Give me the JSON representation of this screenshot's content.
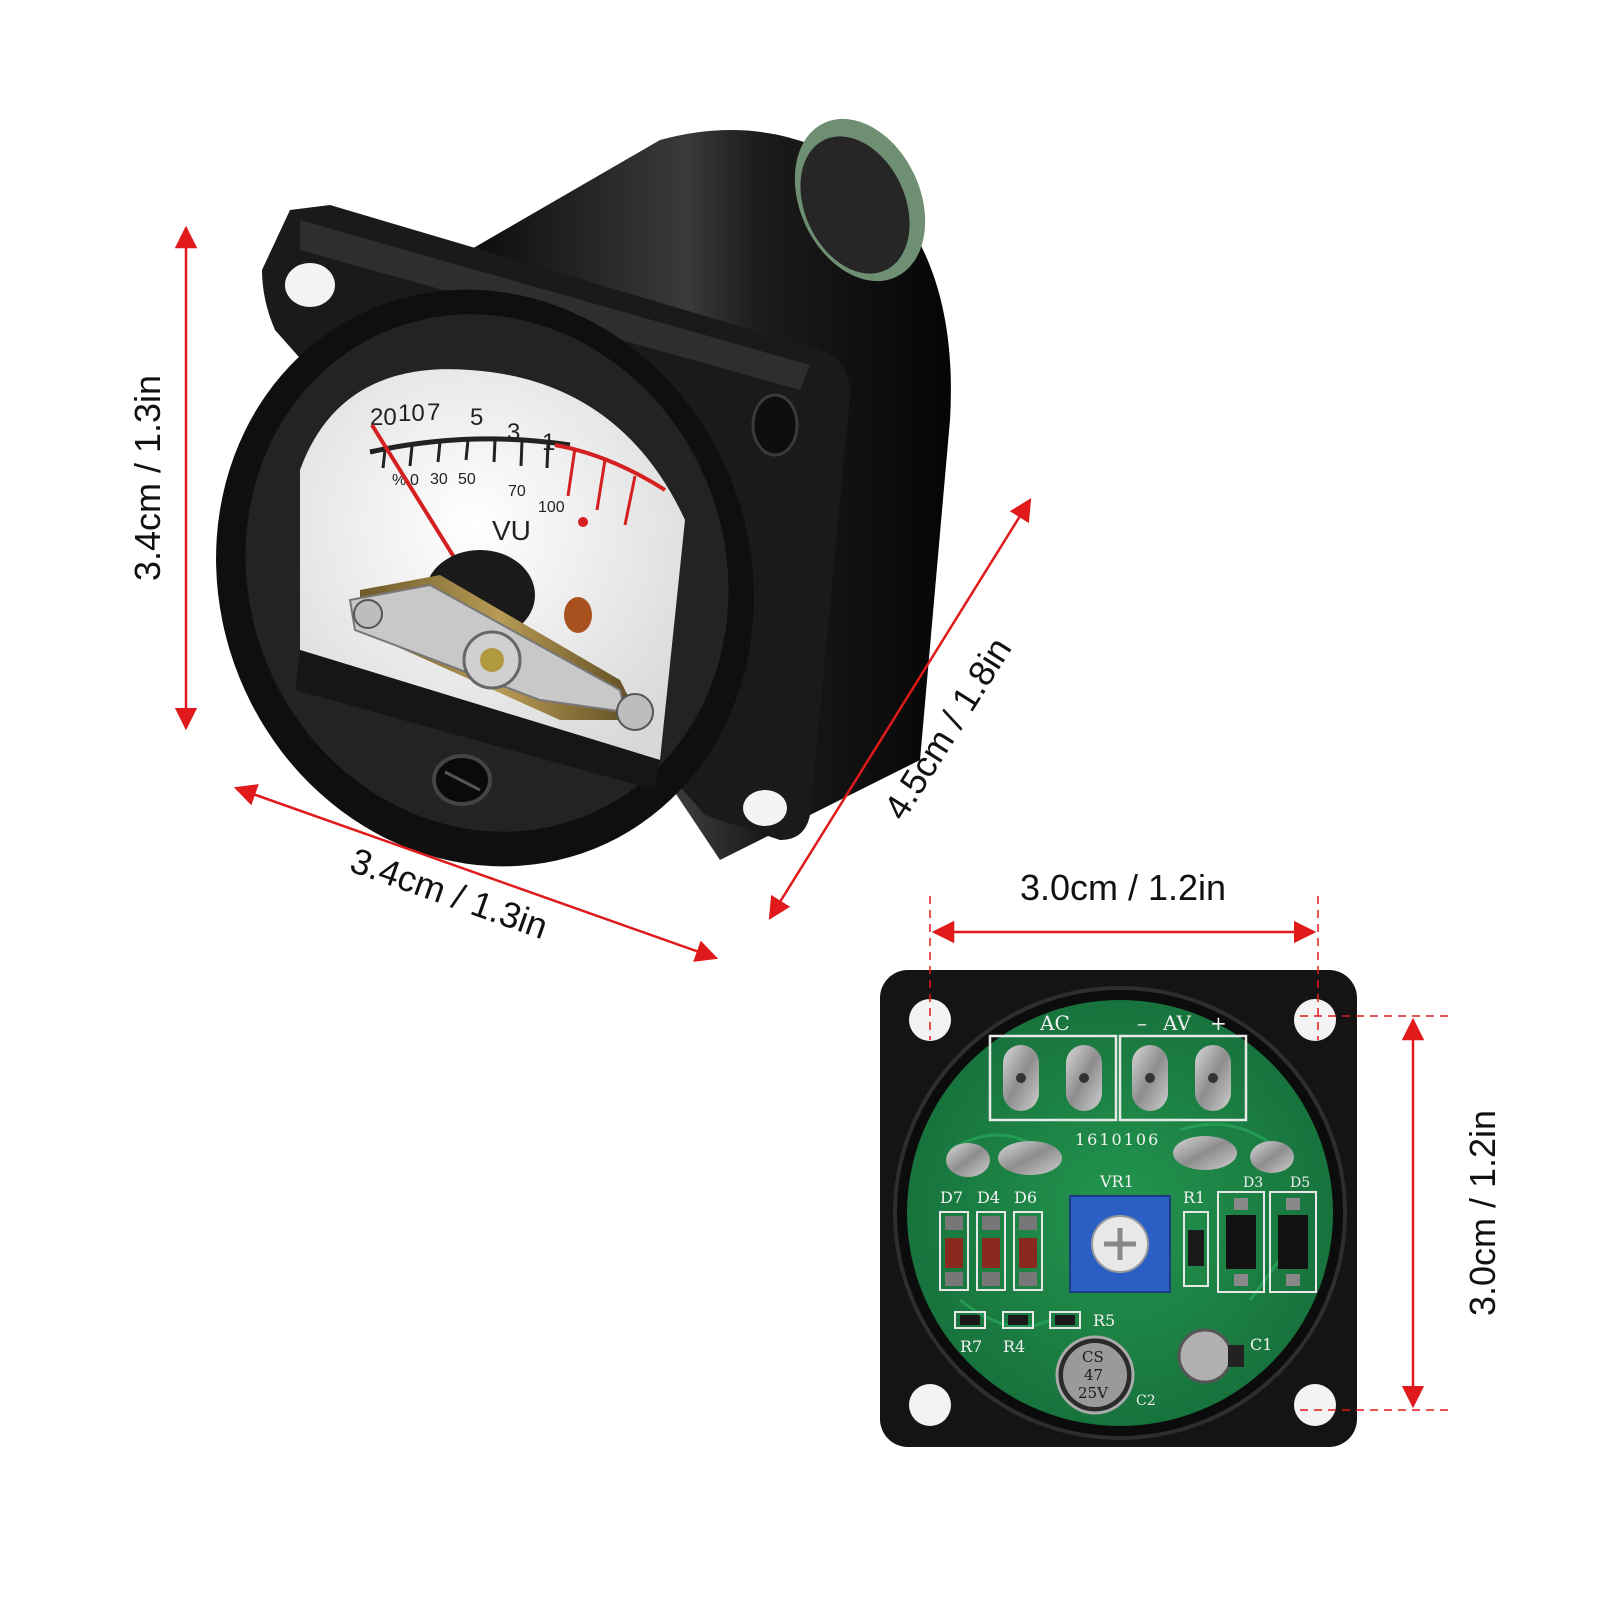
{
  "dimensions": {
    "meter_height": "3.4cm / 1.3in",
    "meter_width": "3.4cm / 1.3in",
    "meter_depth": "4.5cm / 1.8in",
    "board_width": "3.0cm / 1.2in",
    "board_height": "3.0cm / 1.2in"
  },
  "meter_face": {
    "scale_top": [
      "20",
      "10",
      "7",
      "5",
      "3",
      "1"
    ],
    "scale_bottom": [
      "%",
      "0",
      "30",
      "50",
      "70",
      "100"
    ],
    "unit_label": "VU"
  },
  "circuit_board": {
    "terminal_ac": "AC",
    "terminal_av_minus": "–",
    "terminal_av": "AV",
    "terminal_av_plus": "+",
    "board_code": "1610106",
    "trimmer": "VR1",
    "diodes": [
      "D7",
      "D4",
      "D6"
    ],
    "diodes_right": [
      "D3",
      "D5"
    ],
    "resistor_r1": "R1",
    "resistor_r5": "R5",
    "resistor_r7": "R7",
    "resistor_r4": "R4",
    "capacitor_c1": "C1",
    "capacitor_c2": "C2",
    "cap_marking": [
      "CS",
      "47",
      "25V"
    ]
  },
  "colors": {
    "dimension_line": "#e01a1a",
    "pcb_green": "#1e8a4a",
    "meter_body": "#141414",
    "needle": "#d42020"
  }
}
